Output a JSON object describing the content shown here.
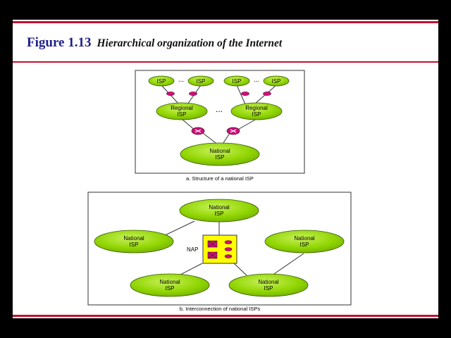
{
  "figure": {
    "number": "Figure 1.13",
    "caption": "Hierarchical organization of the Internet"
  },
  "part_a": {
    "caption": "a. Structure of a national ISP",
    "isp_label": "ISP",
    "ellipsis": "...",
    "regional_line1": "Regional",
    "regional_line2": "ISP",
    "national_line1": "National",
    "national_line2": "ISP"
  },
  "part_b": {
    "caption": "b. Interconnection of national ISPs",
    "nap_label": "NAP",
    "national_line1": "National",
    "national_line2": "ISP"
  },
  "colors": {
    "node_fill": "#8fd400",
    "router_fill": "#cc1177",
    "nap_fill": "#ffff00",
    "rule": "#c8102e",
    "title_blue": "#1f1f8c"
  }
}
